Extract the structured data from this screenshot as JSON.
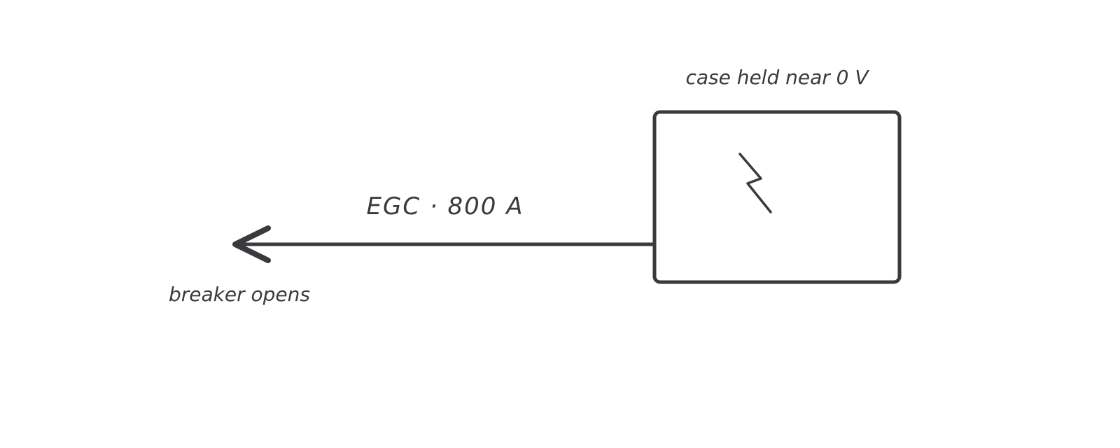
{
  "diagram": {
    "box_label": "case held near 0 V",
    "arrow_label": "EGC · 800 A",
    "arrow_end_label": "breaker opens",
    "stroke_color": "#3a3a3e",
    "background_color": "#ffffff",
    "box_icon": "lightning-bolt-icon"
  }
}
